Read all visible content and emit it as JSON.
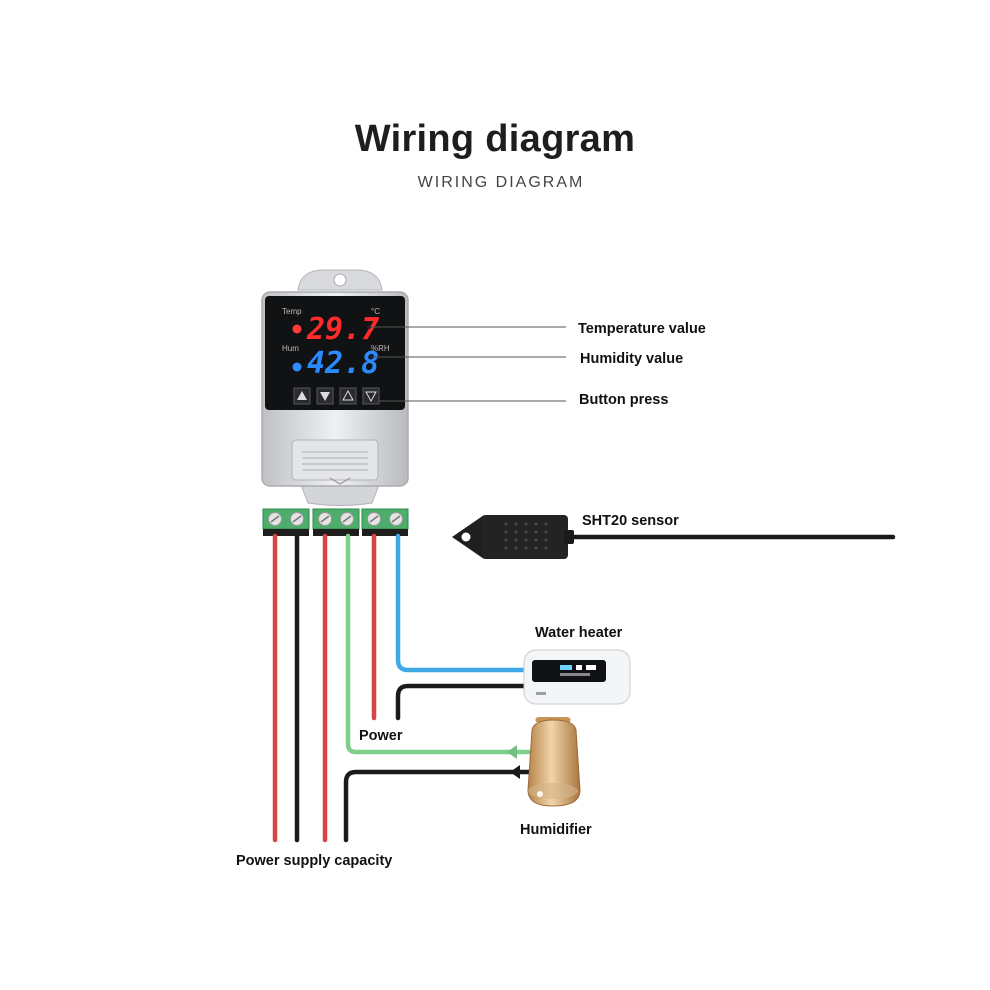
{
  "header": {
    "title": "Wiring diagram",
    "subtitle": "WIRING DIAGRAM"
  },
  "controller": {
    "temp_label": "Temp",
    "temp_value": "29.7",
    "temp_unit": "°C",
    "hum_label": "Hum",
    "hum_value": "42.8",
    "hum_unit": "%RH",
    "temp_color": "#ff2a2a",
    "hum_color": "#2a8bff"
  },
  "callouts": {
    "temperature": "Temperature value",
    "humidity": "Humidity value",
    "buttons": "Button press"
  },
  "devices": {
    "sensor": "SHT20 sensor",
    "heater": "Water heater",
    "power": "Power",
    "humidifier": "Humidifier",
    "supply": "Power supply capacity"
  },
  "wire_colors": {
    "red": "#d94545",
    "black": "#1a1a1a",
    "green": "#7fcf8a",
    "blue": "#3fa9e8",
    "terminal": "#4cae6a"
  }
}
